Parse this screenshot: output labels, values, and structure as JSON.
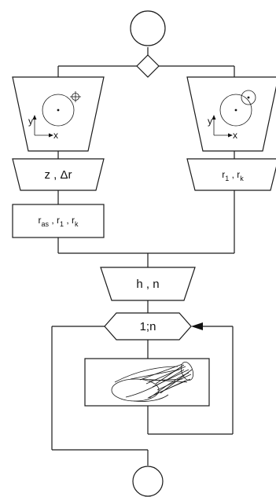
{
  "flowchart": {
    "left_branch": {
      "input_a": {
        "sym": "z",
        "sep": " , ",
        "delta": "Δr"
      },
      "params": {
        "r": "r",
        "as": "as",
        "sep": " , ",
        "one": "1",
        "k": "k"
      }
    },
    "right_branch": {
      "input": {
        "r": "r",
        "one": "1",
        "sep": " , ",
        "k": "k"
      }
    },
    "merge_input": {
      "h": "h",
      "sep": " , ",
      "n": "n"
    },
    "loop": {
      "label": "1;n"
    },
    "axis_labels": {
      "y": "y",
      "x": "x"
    }
  }
}
